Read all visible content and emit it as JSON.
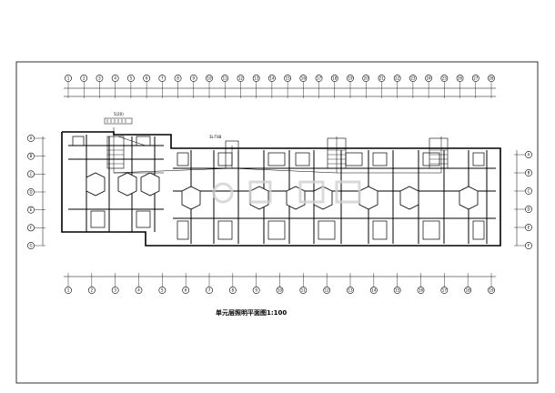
{
  "drawing": {
    "title": "单元层照明平面图1:100",
    "note_top": "5(20)",
    "note_mid": "3L-T48"
  },
  "axes": {
    "top": [
      "1",
      "2",
      "3",
      "4",
      "5",
      "6",
      "7",
      "8",
      "9",
      "10",
      "11",
      "12",
      "13",
      "14",
      "15",
      "16",
      "17",
      "18",
      "19",
      "20",
      "21",
      "22",
      "23",
      "24",
      "25",
      "26",
      "27",
      "28"
    ],
    "bottom": [
      "1",
      "2",
      "3",
      "4",
      "5",
      "6",
      "7",
      "8",
      "9",
      "10",
      "11",
      "12",
      "13",
      "14",
      "15",
      "16",
      "17",
      "18",
      "19"
    ],
    "left": [
      "A",
      "B",
      "C",
      "D",
      "E",
      "F",
      "G"
    ],
    "right": [
      "A",
      "B",
      "C",
      "D",
      "E",
      "F"
    ]
  },
  "colors": {
    "line": "#000000",
    "background": "#ffffff",
    "watermark": "#d8d8d8"
  }
}
